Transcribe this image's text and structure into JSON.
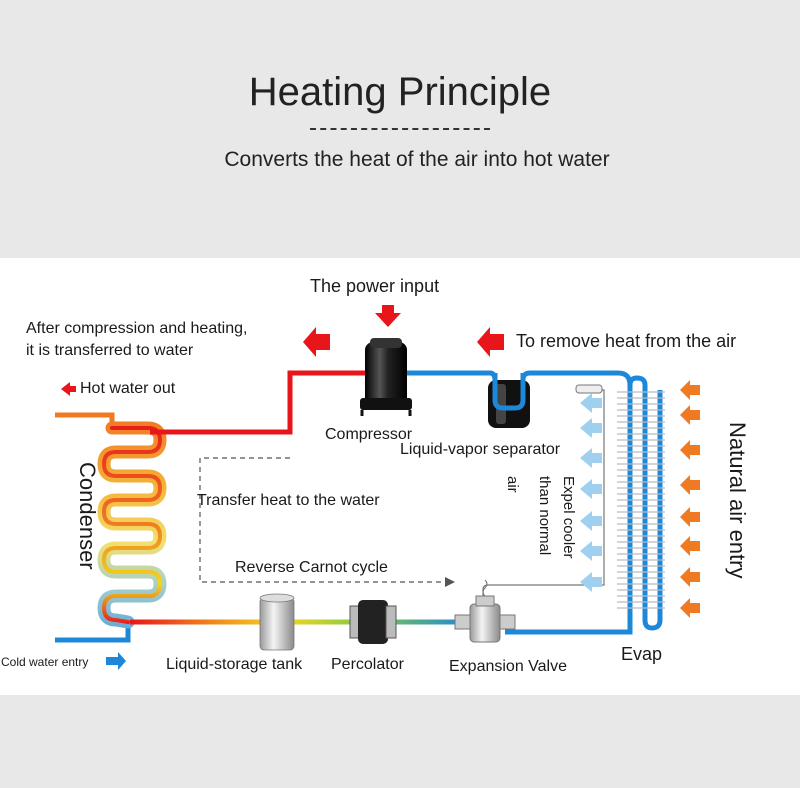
{
  "header": {
    "title": "Heating Principle",
    "subtitle": "Converts the heat of the air into hot water"
  },
  "labels": {
    "power_input": "The power input",
    "after_compression_line1": "After compression and heating,",
    "after_compression_line2": "it is transferred to water",
    "remove_heat": "To remove heat from the air",
    "hot_water_out": "Hot water out",
    "compressor": "Compressor",
    "liquid_vapor_separator": "Liquid-vapor separator",
    "condenser": "Condenser",
    "transfer_heat": "Transfer heat to the water",
    "expel_line1": "Expel cooler",
    "expel_line2": "than normal",
    "expel_line3": "air",
    "natural_air_entry": "Natural air entry",
    "reverse_carnot": "Reverse Carnot cycle",
    "cold_water_entry": "Cold water entry",
    "liquid_storage_tank": "Liquid-storage tank",
    "percolator": "Percolator",
    "expansion_valve": "Expansion Valve",
    "evap": "Evap"
  },
  "colors": {
    "hot_pipe": "#e8151b",
    "cold_pipe": "#1e88d8",
    "arrow_red": "#e8151b",
    "arrow_orange": "#f07a22",
    "arrow_lightblue": "#9fd0f0",
    "dark_component": "#111111"
  }
}
